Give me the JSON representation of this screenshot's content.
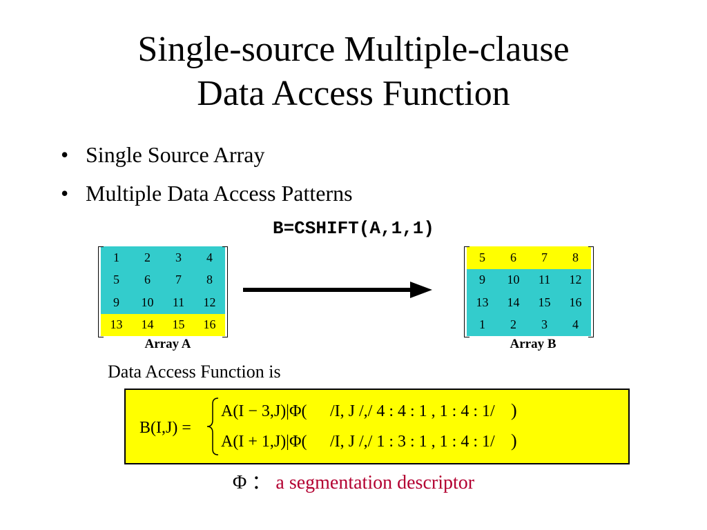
{
  "title": {
    "line1": "Single-source Multiple-clause",
    "line2": "Data Access Function"
  },
  "bullets": [
    {
      "symbol": "•",
      "text": "Single Source Array"
    },
    {
      "symbol": "•",
      "text": "Multiple Data Access Patterns"
    }
  ],
  "code_statement": "B=CSHIFT(A,1,1)",
  "array_a": {
    "label": "Array A",
    "rows": [
      [
        "1",
        "2",
        "3",
        "4"
      ],
      [
        "5",
        "6",
        "7",
        "8"
      ],
      [
        "9",
        "10",
        "11",
        "12"
      ],
      [
        "13",
        "14",
        "15",
        "16"
      ]
    ],
    "row_colors": [
      "cyan",
      "cyan",
      "cyan",
      "yellow"
    ]
  },
  "array_b": {
    "label": "Array B",
    "rows": [
      [
        "5",
        "6",
        "7",
        "8"
      ],
      [
        "9",
        "10",
        "11",
        "12"
      ],
      [
        "13",
        "14",
        "15",
        "16"
      ],
      [
        "1",
        "2",
        "3",
        "4"
      ]
    ],
    "row_colors": [
      "yellow",
      "cyan",
      "cyan",
      "cyan"
    ]
  },
  "arrow_icon": "right-arrow-icon",
  "function_intro": "Data Access Function is",
  "formula": {
    "lhs": "B(I,J) =",
    "case1_head": "A(I − 3,J)|Φ(",
    "case1_desc": "/I, J /,/ 4 : 4 : 1 , 1 : 4 : 1/",
    "case2_head": "A(I + 1,J)|Φ(",
    "case2_desc": "/I, J /,/ 1 : 3 : 1 , 1 : 4 : 1/"
  },
  "note": {
    "symbol": "Φ",
    "separator": "：",
    "text": "a segmentation descriptor"
  },
  "colors": {
    "cyan": "#33cccc",
    "yellow": "#ffff00",
    "note_red": "#b30031"
  }
}
